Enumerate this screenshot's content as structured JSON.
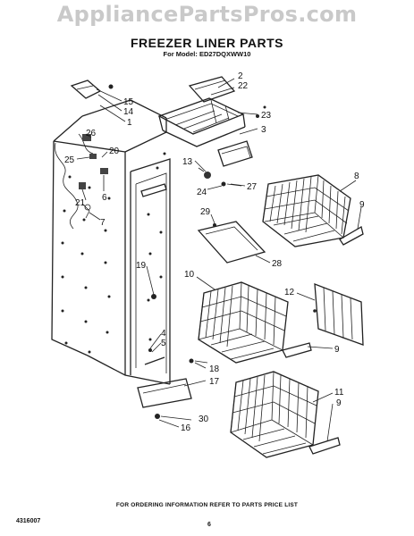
{
  "watermark": "AppliancePartsPros.com",
  "header": {
    "title": "FREEZER LINER PARTS",
    "subtitle": "For Model: ED27DQXWW10"
  },
  "footer": {
    "ordering_note": "FOR ORDERING INFORMATION REFER TO PARTS PRICE LIST",
    "doc_number": "4316007",
    "page_number": "6"
  },
  "part_labels": [
    "2",
    "22",
    "15",
    "14",
    "1",
    "23",
    "3",
    "26",
    "20",
    "25",
    "6",
    "21",
    "7",
    "13",
    "24",
    "27",
    "8",
    "9",
    "29",
    "28",
    "19",
    "10",
    "12",
    "9",
    "4",
    "5",
    "18",
    "17",
    "30",
    "16",
    "11",
    "9"
  ]
}
